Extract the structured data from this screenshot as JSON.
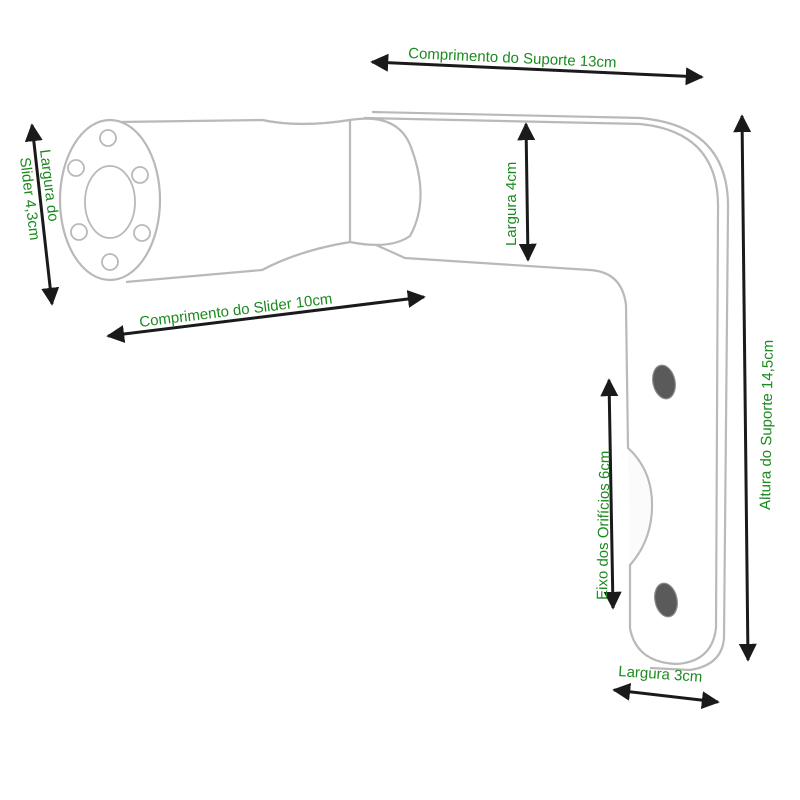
{
  "labels": {
    "support_length": "Comprimento do Suporte 13cm",
    "slider_length": "Comprimento do Slider 10cm",
    "slider_width_line1": "Largura do",
    "slider_width_line2": "Slider 4,3cm",
    "arm_width": "Largura 4cm",
    "support_height": "Altura do Suporte 14,5cm",
    "hole_axis": "Eixo dos Orifícios 6cm",
    "base_width": "Largura 3cm"
  },
  "colors": {
    "label": "#1b8a1f",
    "outline": "#b9b9b9",
    "arrow": "#1a1a1a"
  }
}
